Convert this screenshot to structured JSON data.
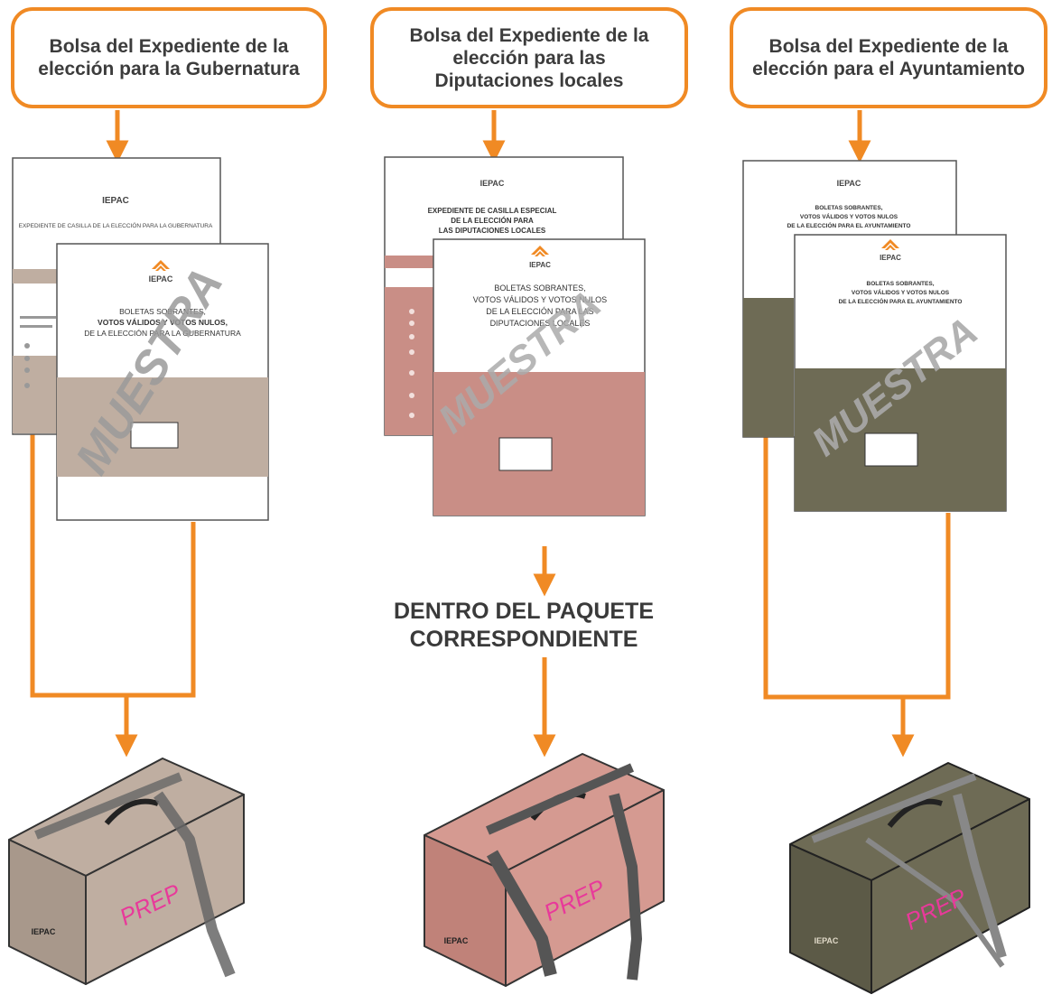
{
  "boxes": {
    "gubernatura": "Bolsa del Expediente de la\nelección para la Gubernatura",
    "diputaciones": "Bolsa del Expediente de la\nelección para las\nDiputaciones locales",
    "ayuntamiento": "Bolsa del Expediente de la\nelección para el Ayuntamiento"
  },
  "center_label": "DENTRO DEL PAQUETE\nCORRESPONDIENTE",
  "docs": {
    "logo_text": "IEPAC",
    "watermark": "MUESTRA",
    "gub_back_title": "EXPEDIENTE DE CASILLA DE LA ELECCIÓN PARA LA GUBERNATURA",
    "gub_front_title_1": "BOLETAS SOBRANTES,",
    "gub_front_title_2": "VOTOS VÁLIDOS Y VOTOS NULOS,",
    "gub_front_title_3": "DE LA ELECCIÓN PARA LA GUBERNATURA",
    "dip_back_title_1": "EXPEDIENTE DE CASILLA ESPECIAL",
    "dip_back_title_2": "DE LA ELECCIÓN PARA",
    "dip_back_title_3": "LAS DIPUTACIONES LOCALES",
    "dip_front_title_1": "BOLETAS SOBRANTES,",
    "dip_front_title_2": "VOTOS VÁLIDOS Y VOTOS NULOS",
    "dip_front_title_3": "DE LA ELECCIÓN PARA LAS",
    "dip_front_title_4": "DIPUTACIONES LOCALES",
    "ayu_back_title_1": "BOLETAS SOBRANTES,",
    "ayu_back_title_2": "VOTOS VÁLIDOS Y VOTOS NULOS",
    "ayu_back_title_3": "DE LA ELECCIÓN PARA EL AYUNTAMIENTO",
    "ayu_front_title_1": "BOLETAS SOBRANTES,",
    "ayu_front_title_2": "VOTOS VÁLIDOS Y VOTOS NULOS",
    "ayu_front_title_3": "DE LA ELECCIÓN PARA EL AYUNTAMIENTO"
  },
  "package": {
    "label": "PREP",
    "logo_text": "IEPAC"
  },
  "colors": {
    "arrow": "#f08a24",
    "gubernatura": "#bfaea1",
    "diputaciones": "#c98e86",
    "ayuntamiento": "#6e6b55"
  }
}
